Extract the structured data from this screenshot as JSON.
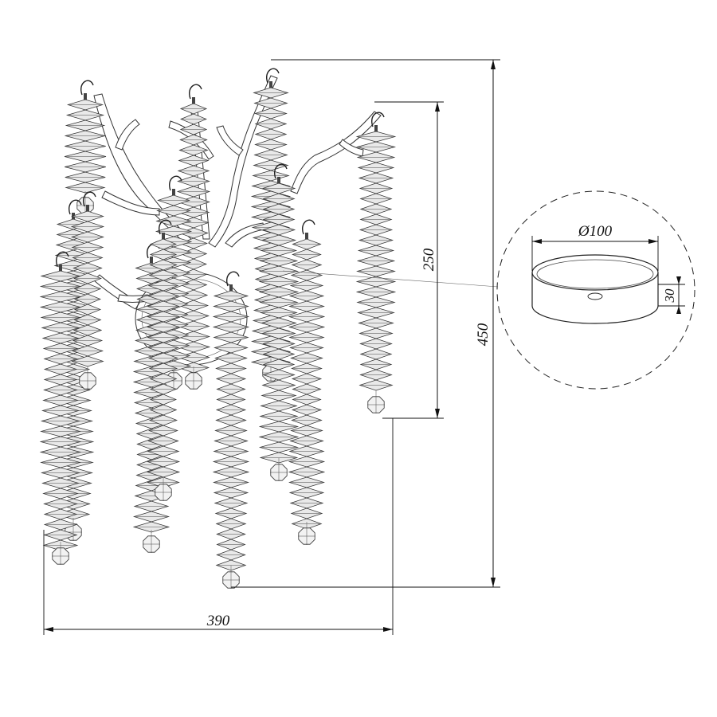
{
  "dimensions": {
    "width": "390",
    "height_total": "450",
    "height_short": "250",
    "base_diameter": "Ø100",
    "base_height": "30"
  }
}
